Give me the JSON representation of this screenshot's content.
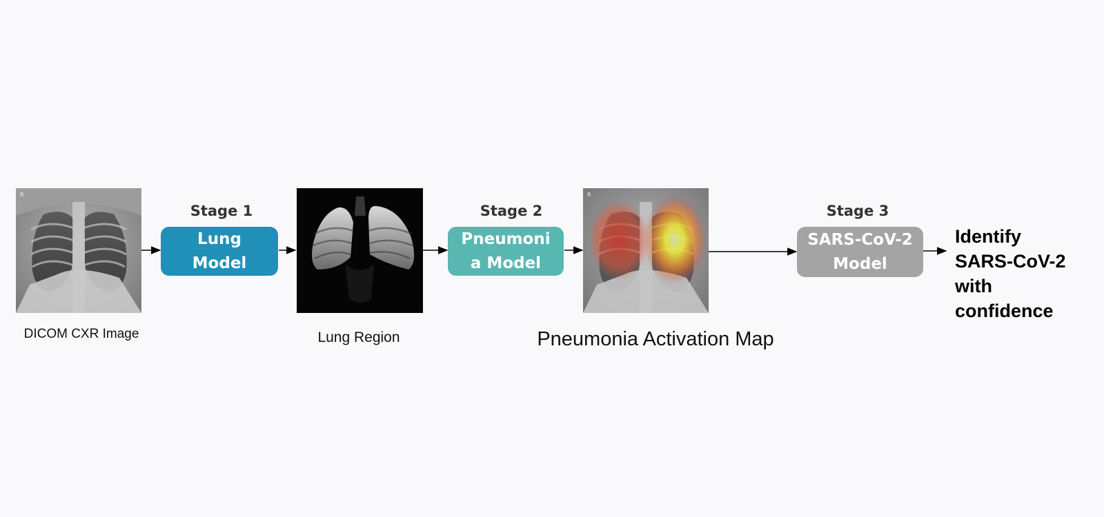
{
  "images": {
    "input": {
      "caption": "DICOM CXR Image"
    },
    "lung": {
      "caption": "Lung Region"
    },
    "activation": {
      "caption": "Pneumonia Activation Map"
    }
  },
  "stages": [
    {
      "label": "Stage 1",
      "model_lines": [
        "Lung",
        "Model"
      ],
      "color": "#2190b8"
    },
    {
      "label": "Stage 2",
      "model_lines": [
        "Pneumoni",
        "a Model"
      ],
      "color": "#58b7b1"
    },
    {
      "label": "Stage 3",
      "model_lines": [
        "SARS-CoV-2",
        "Model"
      ],
      "color": "#a4a4a4"
    }
  ],
  "output": {
    "lines": [
      "Identify",
      "SARS-CoV-2",
      "with",
      "confidence"
    ]
  }
}
